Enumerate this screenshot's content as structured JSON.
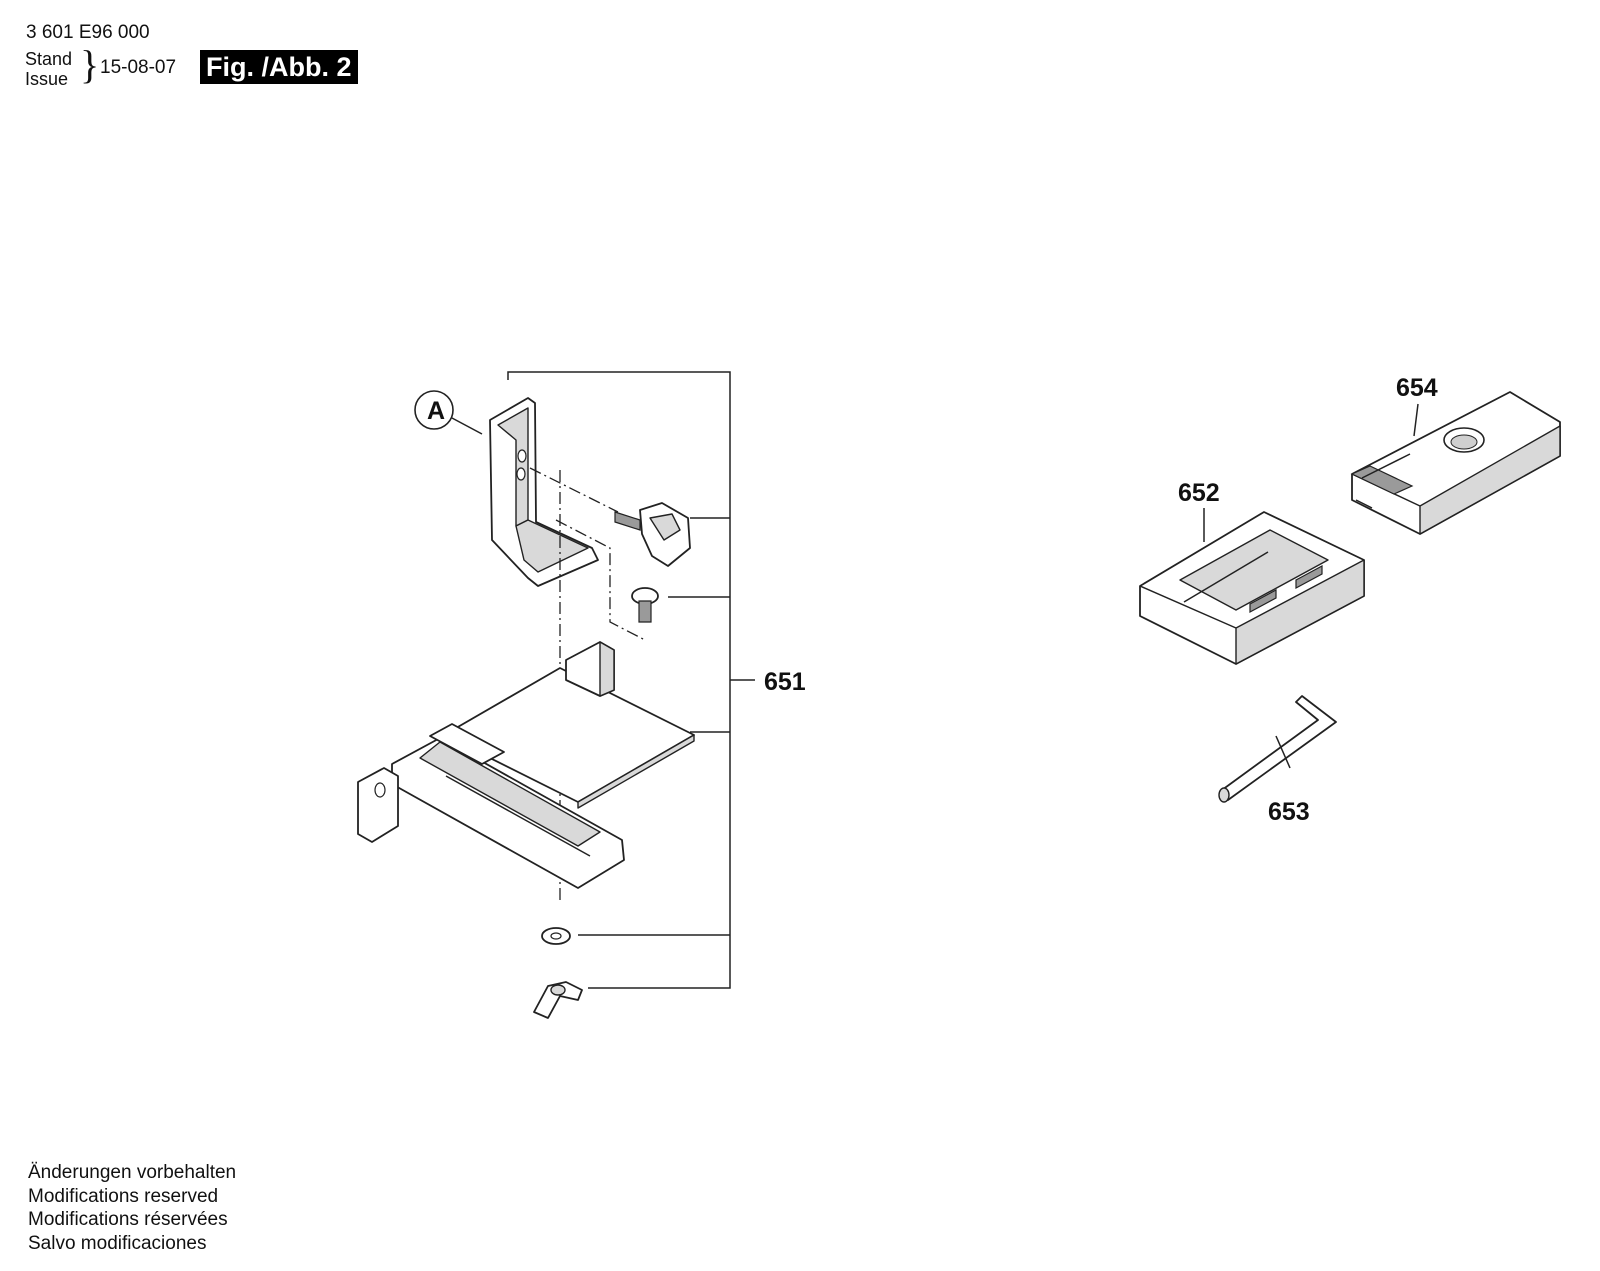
{
  "header": {
    "doc_code": "3 601 E96 000",
    "stand_label": "Stand",
    "issue_label": "Issue",
    "brace": "}",
    "date": "15-08-07",
    "fig_label": "Fig. /Abb. 2"
  },
  "callouts": {
    "detail_marker": "A",
    "part_651": "651",
    "part_652": "652",
    "part_653": "653",
    "part_654": "654"
  },
  "footer": {
    "notes": [
      "Änderungen vorbehalten",
      "Modifications reserved",
      "Modifications réservées",
      "Salvo modificaciones"
    ]
  }
}
